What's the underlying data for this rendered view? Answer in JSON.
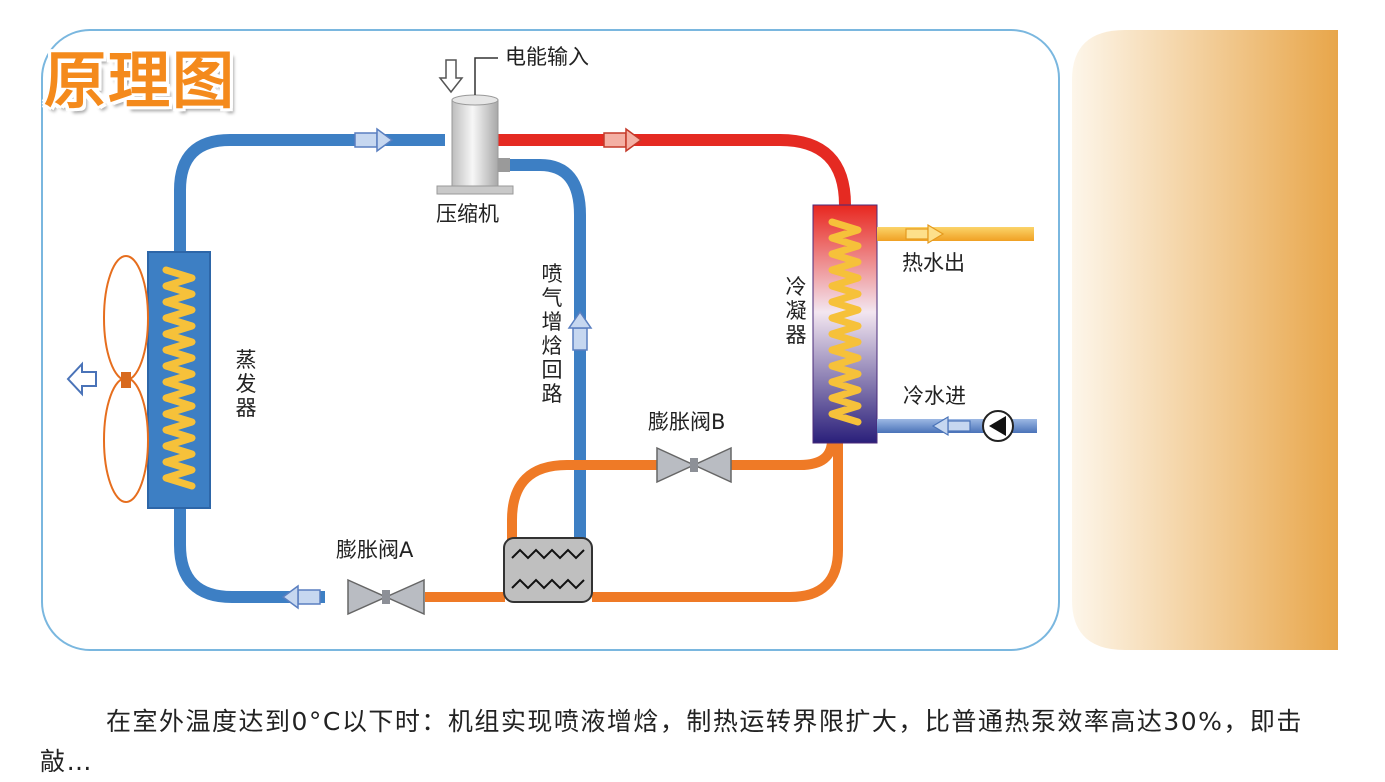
{
  "title": "原理图",
  "labels": {
    "power_input": "电能输入",
    "compressor": "压缩机",
    "injection_loop": "喷气增焓回路",
    "evaporator": "蒸发器",
    "condenser": "冷凝器",
    "hot_water_out": "热水出",
    "cold_water_in": "冷水进",
    "valve_a": "膨胀阀A",
    "valve_b": "膨胀阀B"
  },
  "caption": "在室外温度达到0°C以下时：机组实现喷液增焓，制热运转界限扩大，比普通热泵效率高达30%，即击敲…",
  "colors": {
    "suction_line": "#3d7fc4",
    "discharge_line": "#e52a22",
    "liquid_line": "#ef7a26",
    "water_hot": "#f7b437",
    "water_cold": "#5f87c6",
    "frame_border": "#7ab7df",
    "title": "#f48a1c",
    "side_panel": "#e8a64a"
  }
}
